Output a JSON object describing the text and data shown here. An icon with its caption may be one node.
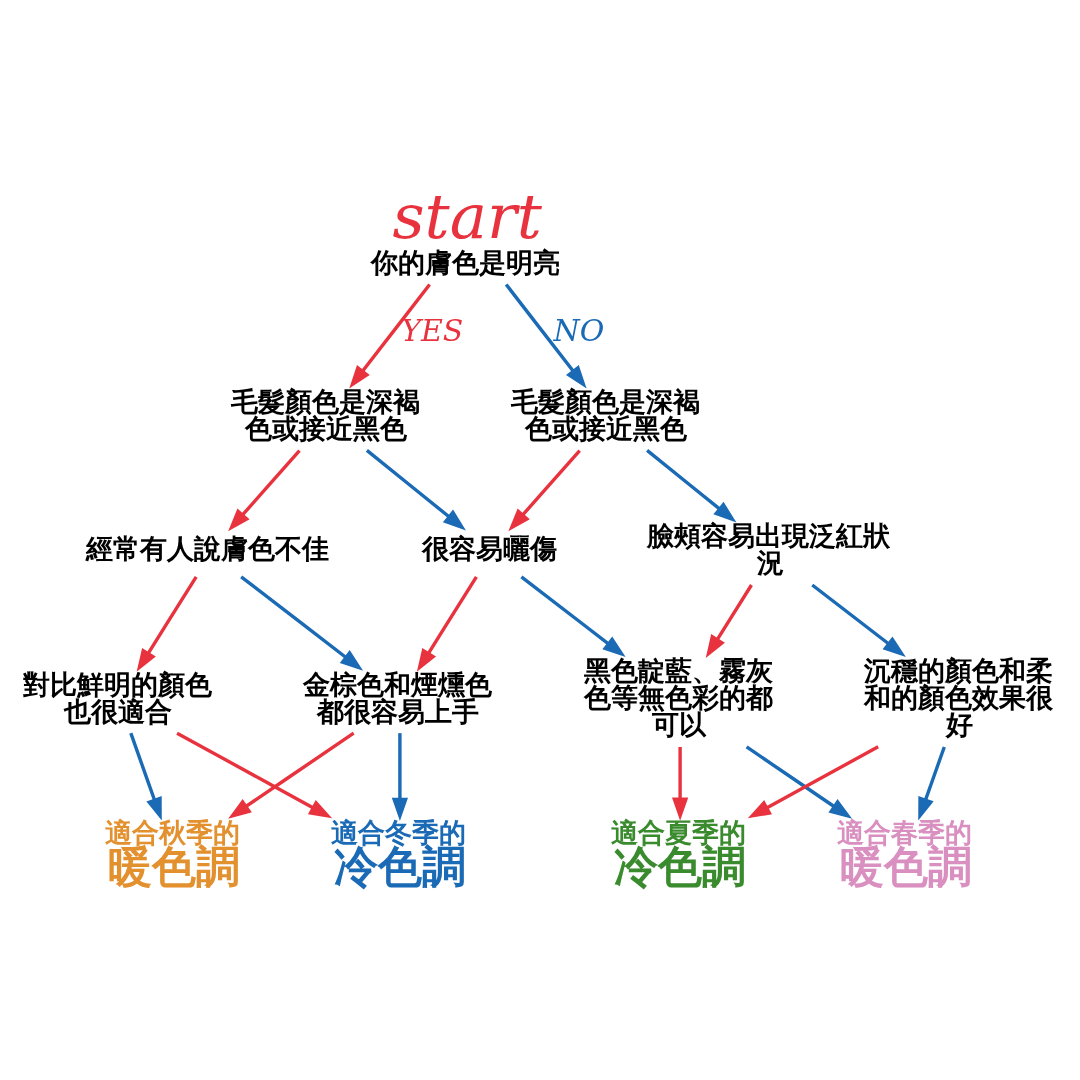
{
  "diagram": {
    "nodes": [
      {
        "text": [
          "start",
          "你的膚色是明亮"
        ]
      },
      {
        "text": [
          "毛髮顏色是深褐色或接近黑色"
        ]
      },
      {
        "text": [
          "毛髮顏色是深褐色或接近黑色"
        ]
      },
      {
        "text": [
          "經常有人說膚色不佳"
        ]
      },
      {
        "text": [
          "很容易曬傷"
        ]
      },
      {
        "text": [
          "臉頰容易出現泛紅狀況"
        ]
      },
      {
        "text": [
          "對比鮮明的顏色也很適合"
        ]
      },
      {
        "text": [
          "金棕色和煙燻色都很容易上手"
        ]
      },
      {
        "text": [
          "黑色靛藍、霧灰色等無色彩的都可以"
        ]
      },
      {
        "text": [
          "沉穩的顏色和柔和的顏色效果很好"
        ]
      },
      {
        "text": [
          "適合秋季的",
          "暖色調"
        ]
      },
      {
        "text": [
          "適合冬季的",
          "冷色調"
        ]
      },
      {
        "text": [
          "適合夏季的",
          "冷色調"
        ]
      },
      {
        "text": [
          "適合春季的",
          "暖色調"
        ]
      }
    ],
    "edges": [
      {
        "from": 0,
        "to": 1,
        "arrow": "to",
        "label": "YES",
        "color": "#e8333f"
      },
      {
        "from": 0,
        "to": 2,
        "arrow": "to",
        "label": "NO",
        "color": "#1a6ab5"
      },
      {
        "from": 1,
        "to": 3,
        "arrow": "to",
        "color": "#e8333f"
      },
      {
        "from": 1,
        "to": 4,
        "arrow": "to",
        "color": "#1a6ab5"
      },
      {
        "from": 2,
        "to": 4,
        "arrow": "to",
        "color": "#e8333f"
      },
      {
        "from": 2,
        "to": 5,
        "arrow": "to",
        "color": "#1a6ab5"
      },
      {
        "from": 3,
        "to": 6,
        "arrow": "to",
        "color": "#e8333f"
      },
      {
        "from": 3,
        "to": 7,
        "arrow": "to",
        "color": "#1a6ab5"
      },
      {
        "from": 4,
        "to": 7,
        "arrow": "to",
        "color": "#e8333f"
      },
      {
        "from": 4,
        "to": 8,
        "arrow": "to",
        "color": "#1a6ab5"
      },
      {
        "from": 5,
        "to": 8,
        "arrow": "to",
        "color": "#e8333f"
      },
      {
        "from": 5,
        "to": 9,
        "arrow": "to",
        "color": "#1a6ab5"
      },
      {
        "from": 6,
        "to": 10,
        "arrow": "to",
        "color": "#1a6ab5"
      },
      {
        "from": 6,
        "to": 11,
        "arrow": "to",
        "color": "#e8333f"
      },
      {
        "from": 7,
        "to": 10,
        "arrow": "to",
        "color": "#e8333f"
      },
      {
        "from": 7,
        "to": 11,
        "arrow": "to",
        "color": "#1a6ab5"
      },
      {
        "from": 8,
        "to": 12,
        "arrow": "to",
        "color": "#e8333f"
      },
      {
        "from": 8,
        "to": 13,
        "arrow": "to",
        "color": "#1a6ab5"
      },
      {
        "from": 9,
        "to": 12,
        "arrow": "to",
        "color": "#e8333f"
      },
      {
        "from": 9,
        "to": 13,
        "arrow": "to",
        "color": "#1a6ab5"
      }
    ]
  }
}
